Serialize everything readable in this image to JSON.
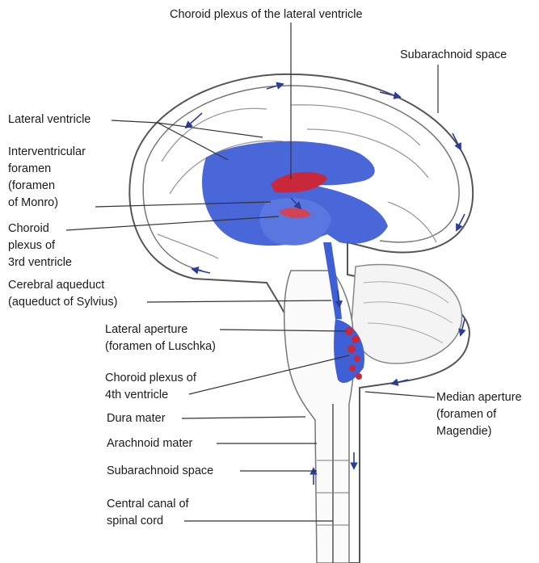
{
  "labels": {
    "choroid_plexus_lateral": "Choroid plexus of the lateral ventricle",
    "subarachnoid_top": "Subarachnoid space",
    "lateral_ventricle": "Lateral ventricle",
    "interventricular": [
      "Interventricular",
      "foramen",
      "(foramen",
      "of Monro)"
    ],
    "choroid_3rd": [
      "Choroid",
      "plexus of",
      "3rd ventricle"
    ],
    "cerebral_aqueduct": [
      "Cerebral aqueduct",
      "(aqueduct of Sylvius)"
    ],
    "lateral_aperture": [
      "Lateral aperture",
      "(foramen of Luschka)"
    ],
    "choroid_4th": [
      "Choroid plexus of",
      "4th ventricle"
    ],
    "median_aperture": [
      "Median aperture",
      "(foramen of",
      "Magendie)"
    ],
    "dura_mater": "Dura mater",
    "arachnoid_mater": "Arachnoid mater",
    "subarachnoid_bottom": "Subarachnoid space",
    "central_canal": [
      "Central canal of",
      "spinal cord"
    ]
  },
  "colors": {
    "ventricle_blue": "#3f5fd6",
    "choroid_red": "#c8283a",
    "outline": "#555555",
    "label_text": "#1b1b1b"
  }
}
